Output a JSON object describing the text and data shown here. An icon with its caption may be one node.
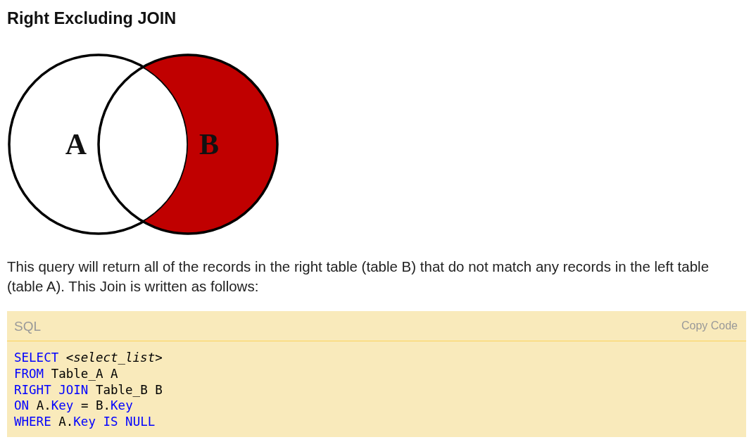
{
  "diagram": {
    "title": "Right Excluding JOIN",
    "nodes": [
      {
        "text": [
          "A"
        ]
      },
      {
        "text": [
          "B"
        ]
      },
      {
        "text": [
          "SQL",
          "Copy Code",
          "SELECT *<select_list>*",
          "FROM Table_A A",
          "RIGHT JOIN Table_B B",
          "ON A.Key = B.Key",
          "WHERE A.Key IS NULL"
        ]
      }
    ],
    "labels": [
      "This query will return all of the records in the right table (table B) that do not match any records in the left table (table A). This Join is written as follows:"
    ]
  }
}
